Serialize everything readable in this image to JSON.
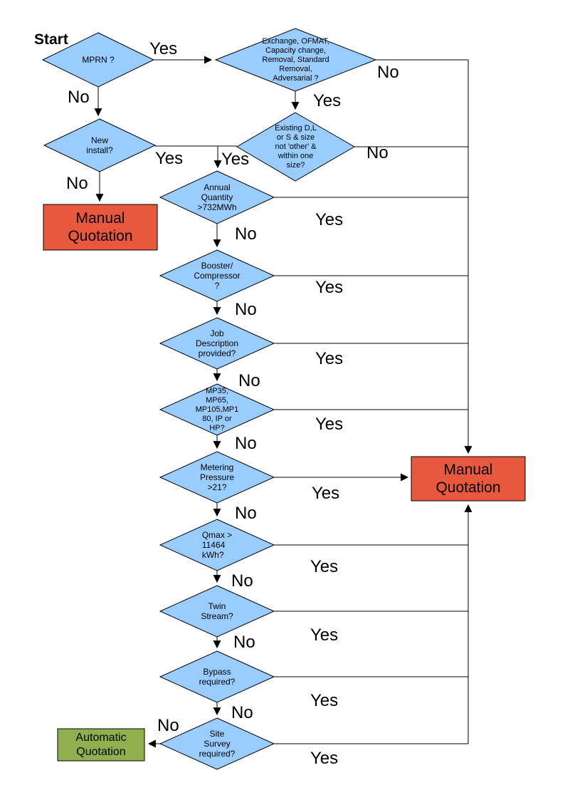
{
  "colors": {
    "diamond_fill": "#99CCFF",
    "manual_box_fill": "#E8583C",
    "auto_box_fill": "#90B04E",
    "line": "#000000"
  },
  "labels": {
    "start": "Start",
    "yes": "Yes",
    "no": "No"
  },
  "nodes": {
    "mprn": "MPRN ?",
    "exchange": "Exchange, OFMAT,\nCapacity change,\nRemoval, Standard\nRemoval,\nAdversarial ?",
    "new_install": "New\ninstall?",
    "existing_size": "Existing D,L\nor S & size\nnot 'other' &\nwithin one\nsize?",
    "annual_quantity": "Annual\nQuantity\n>732MWh",
    "booster_compressor": "Booster/\nCompressor\n?",
    "job_description": "Job\nDescription\nprovided?",
    "pressure_tier": "MP35,\nMP65,\nMP105,MP1\n80, IP or\nHP?",
    "metering_pressure": "Metering\nPressure\n>21?",
    "qmax": "Qmax >\n11464\nkWh?",
    "twin_stream": "Twin\nStream?",
    "bypass": "Bypass\nrequired?",
    "site_survey": "Site\nSurvey\nrequired?",
    "manual_quotation": "Manual\nQuotation",
    "automatic_quotation": "Automatic\nQuotation"
  }
}
